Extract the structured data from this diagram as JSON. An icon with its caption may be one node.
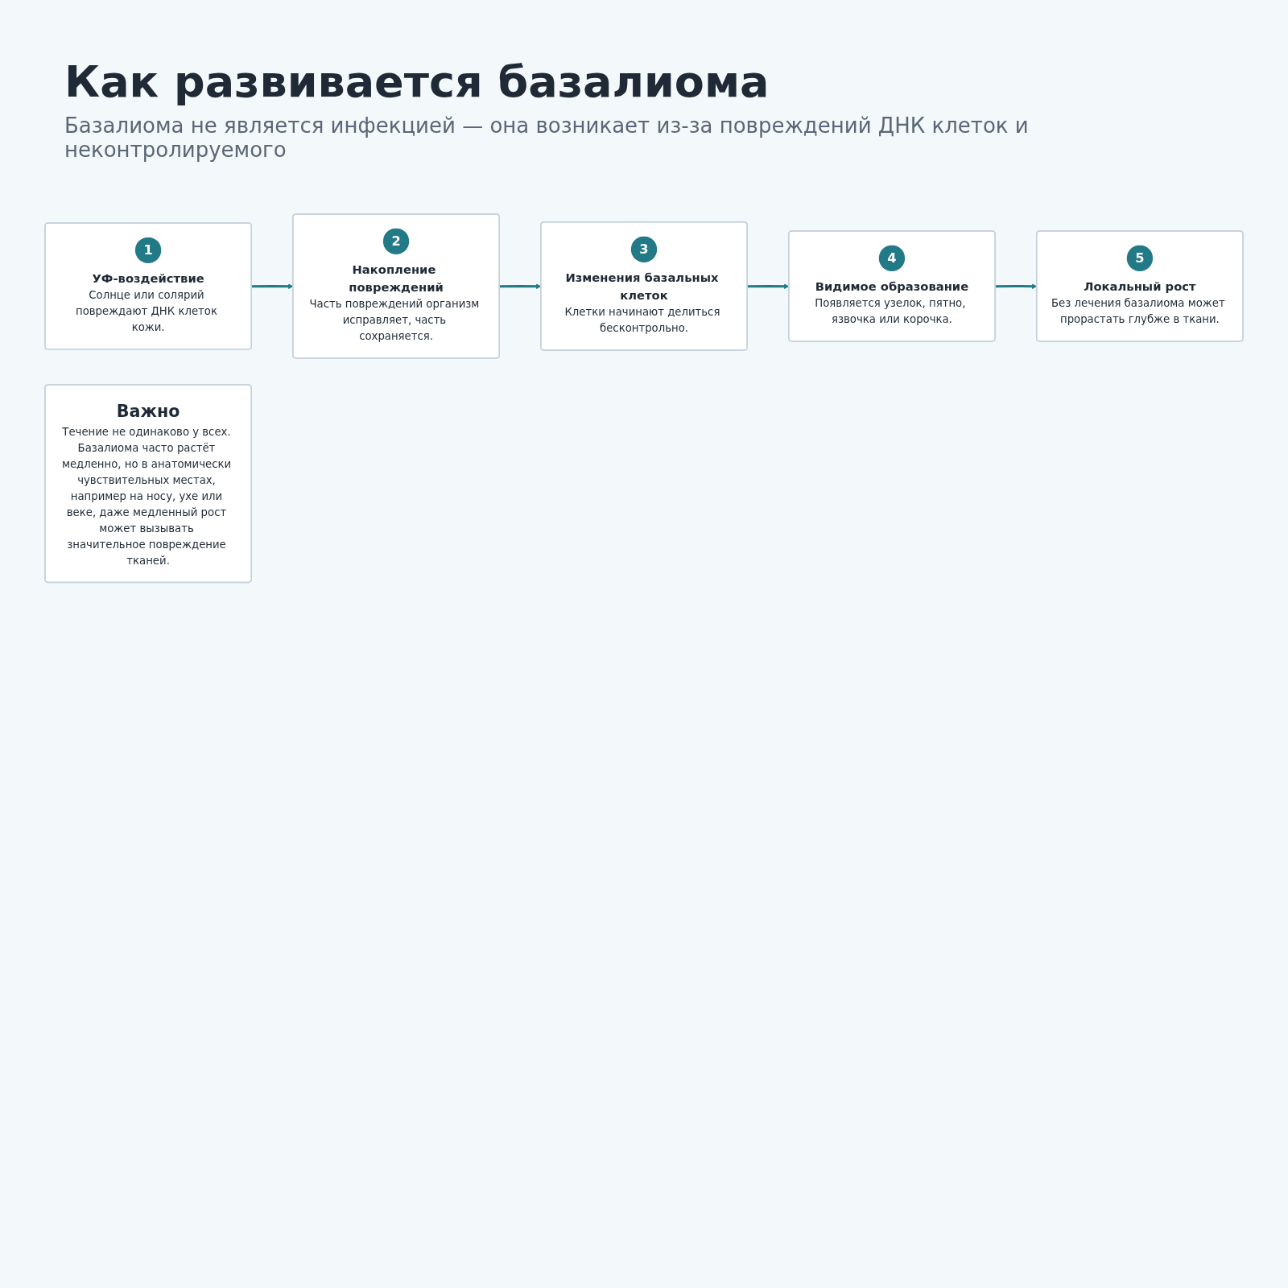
{
  "diagram": {
    "title": "Как развивается базалиома",
    "nodes": [
      {
        "text": [
          "1",
          "УФ-воздействие",
          "Солнце или солярий повреждают ДНК клеток кожи."
        ]
      },
      {
        "text": [
          "2",
          "Накопление повреждений",
          "Часть повреждений организм исправляет, часть сохраняется."
        ]
      },
      {
        "text": [
          "3",
          "Изменения базальных клеток",
          "Клетки начинают делиться бесконтрольно."
        ]
      },
      {
        "text": [
          "4",
          "Видимое образование",
          "Появляется узелок, пятно, язвочка или корочка."
        ]
      },
      {
        "text": [
          "5",
          "Локальный рост",
          "Без лечения базалиома может прорастать глубже в ткани."
        ]
      },
      {
        "text": [
          "Важно",
          "Течение не одинаково у всех. Базалиома часто растёт медленно, но в анатомически чувствительных местах, например на носу, ухе или веке, даже медленный рост может вызывать значительное повреждение тканей."
        ]
      }
    ],
    "edges": [
      {
        "from": 0,
        "to": 1,
        "arrow": "to"
      },
      {
        "from": 1,
        "to": 2,
        "arrow": "to"
      },
      {
        "from": 2,
        "to": 3,
        "arrow": "to"
      },
      {
        "from": 3,
        "to": 4,
        "arrow": "to"
      }
    ],
    "labels": [
      "Базалиома не является инфекцией — она возникает из-за повреждений ДНК клеток и неконтролируемого"
    ]
  }
}
